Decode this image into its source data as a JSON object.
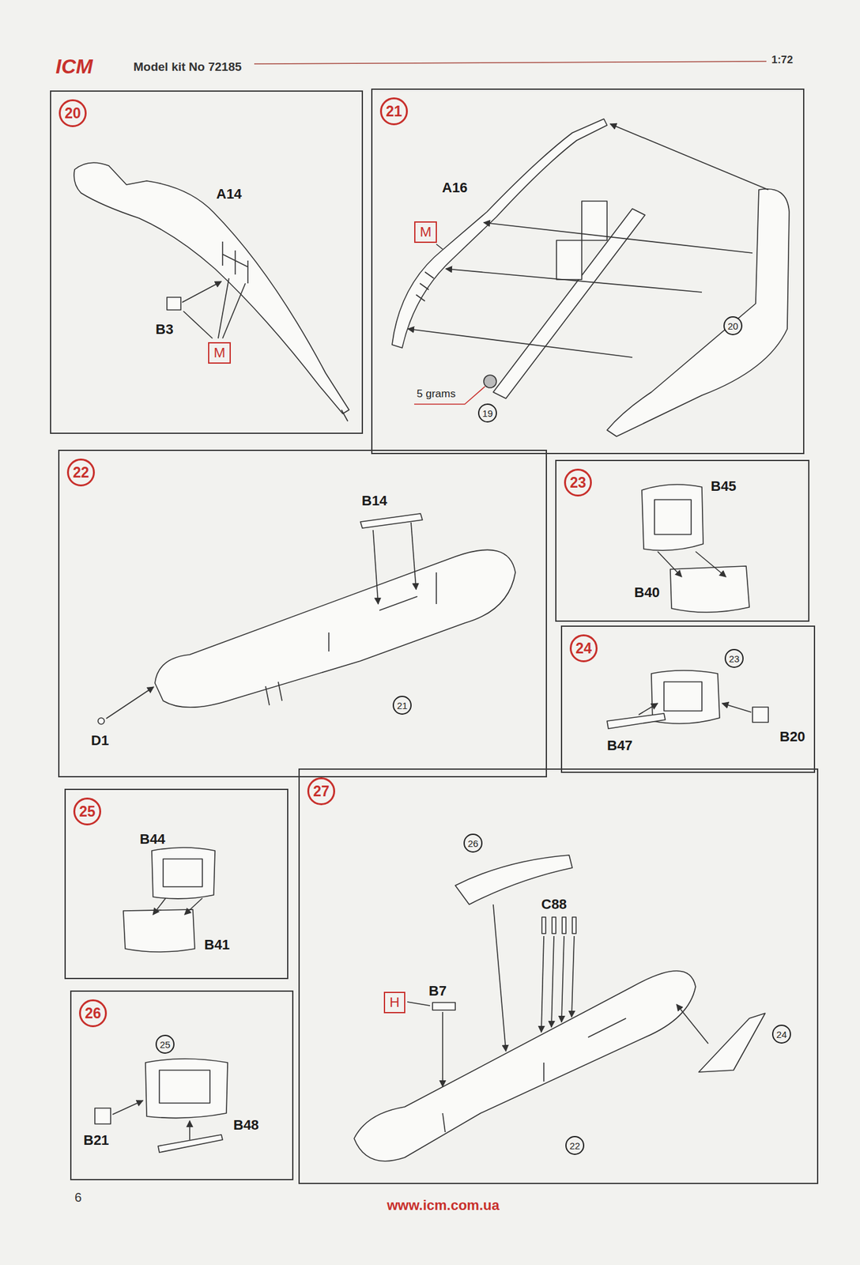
{
  "diagram": {
    "nodes": [
      {
        "text": [
          "A14",
          "B3"
        ]
      },
      {
        "text": [
          "20"
        ],
        "in": 0
      },
      {
        "text": [
          "M"
        ],
        "in": 0
      },
      {
        "text": [
          "A16",
          "5 grams"
        ]
      },
      {
        "text": [
          "21"
        ],
        "in": 3
      },
      {
        "text": [
          "M"
        ],
        "in": 3
      },
      {
        "text": [
          "20"
        ],
        "in": 3
      },
      {
        "text": [
          "19"
        ],
        "in": 3
      },
      {
        "text": [
          "B14",
          "D1"
        ]
      },
      {
        "text": [
          "22"
        ],
        "in": 8
      },
      {
        "text": [
          "21"
        ],
        "in": 8
      },
      {
        "text": [
          "B45",
          "B40"
        ]
      },
      {
        "text": [
          "23"
        ],
        "in": 11
      },
      {
        "text": [
          "B47",
          "B20"
        ]
      },
      {
        "text": [
          "24"
        ],
        "in": 13
      },
      {
        "text": [
          "23"
        ],
        "in": 13
      },
      {
        "text": [
          "B44",
          "B41"
        ]
      },
      {
        "text": [
          "25"
        ],
        "in": 16
      },
      {
        "text": [
          "B21",
          "B48"
        ]
      },
      {
        "text": [
          "26"
        ],
        "in": 18
      },
      {
        "text": [
          "25"
        ],
        "in": 18
      },
      {
        "text": [
          "C88",
          "B7"
        ]
      },
      {
        "text": [
          "27"
        ],
        "in": 21
      },
      {
        "text": [
          "26"
        ],
        "in": 21
      },
      {
        "text": [
          "H"
        ],
        "in": 21
      },
      {
        "text": [
          "24"
        ],
        "in": 21
      },
      {
        "text": [
          "22"
        ],
        "in": 21
      }
    ],
    "labels": [
      "ICM",
      "Model kit No 72185",
      "1:72",
      "6",
      "www.icm.com.ua"
    ]
  }
}
